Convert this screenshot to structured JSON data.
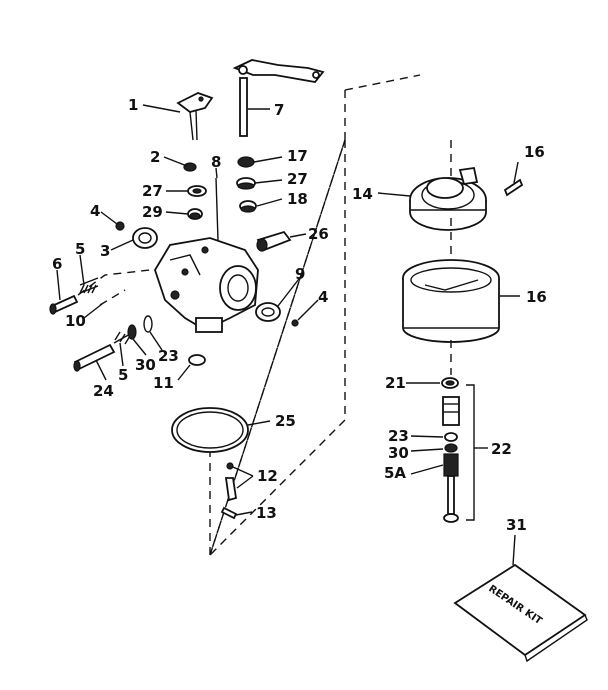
{
  "callouts": {
    "c1": "1",
    "c2": "2",
    "c3": "3",
    "c4a": "4",
    "c4b": "4",
    "c5a": "5",
    "c5b": "5",
    "c5A": "5A",
    "c6": "6",
    "c7": "7",
    "c8": "8",
    "c9": "9",
    "c10": "10",
    "c11": "11",
    "c12": "12",
    "c13": "13",
    "c14": "14",
    "c16a": "16",
    "c16b": "16",
    "c17": "17",
    "c18": "18",
    "c21": "21",
    "c22": "22",
    "c23a": "23",
    "c23b": "23",
    "c24": "24",
    "c25": "25",
    "c26": "26",
    "c27a": "27",
    "c27b": "27",
    "c29": "29",
    "c30a": "30",
    "c30b": "30",
    "c31": "31"
  },
  "repair_kit": {
    "label": "REPAIR KIT"
  }
}
